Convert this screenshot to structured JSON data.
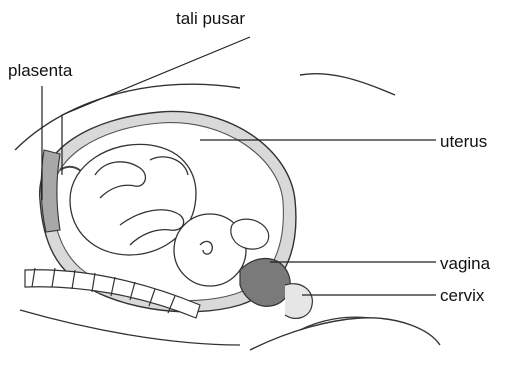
{
  "labels": {
    "tali_pusar": "tali pusar",
    "plasenta": "plasenta",
    "uterus": "uterus",
    "vagina": "vagina",
    "cervix": "cervix"
  },
  "colors": {
    "outline": "#333333",
    "wall": "#7a7a7a",
    "wall_light": "#c8c8c8",
    "background": "#ffffff"
  }
}
